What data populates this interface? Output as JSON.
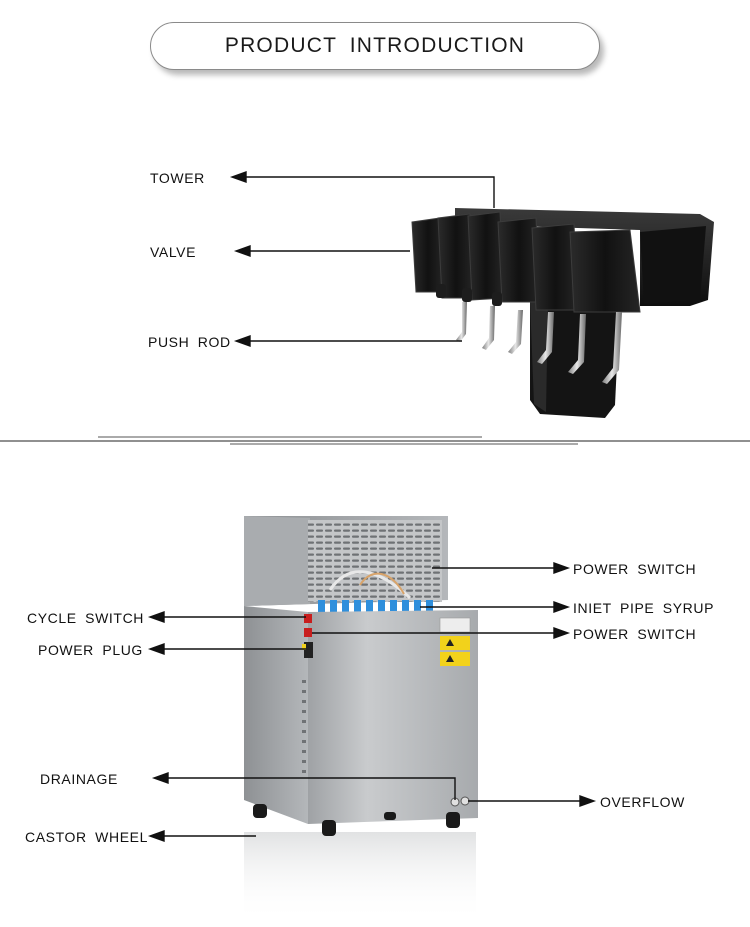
{
  "header": {
    "title": "PRODUCT  INTRODUCTION"
  },
  "dispenser": {
    "labels": {
      "tower": "TOWER",
      "valve": "VALVE",
      "push_rod": "PUSH ROD"
    }
  },
  "machine": {
    "labels_left": {
      "cycle_switch": "CYCLE SWITCH",
      "power_plug": "POWER PLUG",
      "drainage": "DRAINAGE",
      "castor_wheel": "CASTOR WHEEL"
    },
    "labels_right": {
      "power_switch_top": "POWER SWITCH",
      "inlet_pipe_syrup": "INIET PIPE SYRUP",
      "power_switch_mid": "POWER SWITCH",
      "overflow": "OVERFLOW"
    }
  },
  "colors": {
    "text": "#111111",
    "tower_body": "#151515",
    "steel": "#b9bbbd",
    "blue_pipes": "#2f8fdc",
    "warning_label": "#f2d21b"
  }
}
